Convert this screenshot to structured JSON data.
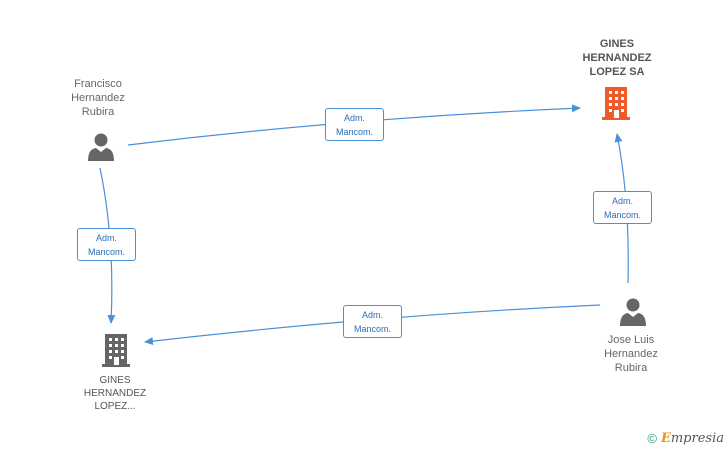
{
  "nodes": {
    "francisco": {
      "lines": [
        "Francisco",
        "Hernandez",
        "Rubira"
      ],
      "type": "person"
    },
    "jose": {
      "lines": [
        "Jose Luis",
        "Hernandez",
        "Rubira"
      ],
      "type": "person"
    },
    "gines_sa": {
      "lines": [
        "GINES",
        "HERNANDEZ",
        "LOPEZ SA"
      ],
      "type": "company",
      "color": "#f05a28"
    },
    "gines_short": {
      "lines": [
        "GINES",
        "HERNANDEZ",
        "LOPEZ..."
      ],
      "type": "company",
      "color": "#666666"
    }
  },
  "relations": {
    "francisco_to_gines_sa": {
      "line1": "Adm.",
      "line2": "Mancom."
    },
    "francisco_to_gines_short": {
      "line1": "Adm.",
      "line2": "Mancom."
    },
    "jose_to_gines_sa": {
      "line1": "Adm.",
      "line2": "Mancom."
    },
    "jose_to_gines_short": {
      "line1": "Adm.",
      "line2": "Mancom."
    }
  },
  "colors": {
    "edge": "#4a90d9",
    "person": "#666666"
  },
  "footer": {
    "copyright": "©",
    "brand_first": "E",
    "brand_rest": "mpresia"
  }
}
